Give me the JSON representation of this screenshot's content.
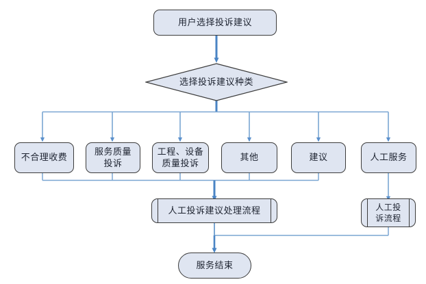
{
  "diagram": {
    "type": "flowchart",
    "title_text": "用户选择投诉建议",
    "colors": {
      "node_fill": "#dfe5f1",
      "node_border": "#3b3b3b",
      "edge_thin": "#7aa6d2",
      "edge_thick": "#4a84c4",
      "text": "#1d2330",
      "background": "#ffffff"
    },
    "start": {
      "label": "用户选择投诉建议"
    },
    "decision": {
      "label": "选择投诉建议种类"
    },
    "categories": [
      {
        "label": "不合理收费"
      },
      {
        "label": "服务质量\n投诉"
      },
      {
        "label": "工程、设备\n质量投诉"
      },
      {
        "label": "其他"
      },
      {
        "label": "建议"
      },
      {
        "label": "人工服务"
      }
    ],
    "processes": [
      {
        "label": "人工投诉建议处理流程"
      },
      {
        "label": "人工投\n诉流程"
      }
    ],
    "end": {
      "label": "服务结束"
    }
  }
}
